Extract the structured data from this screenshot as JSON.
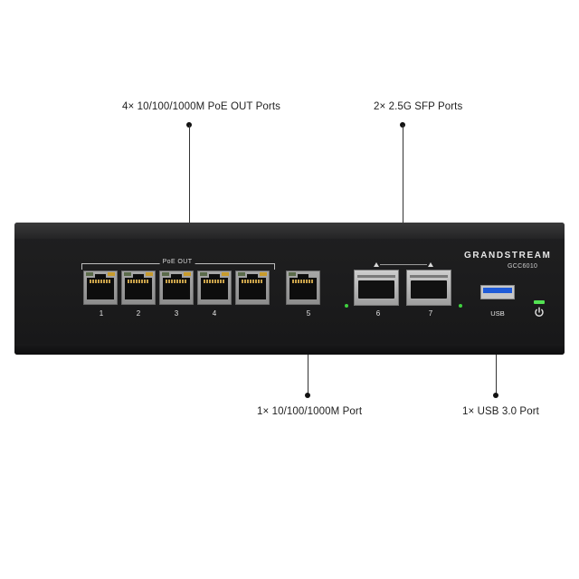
{
  "callouts": {
    "poe_ports": "4× 10/100/1000M PoE OUT Ports",
    "sfp_ports": "2× 2.5G SFP Ports",
    "ge_port": "1× 10/100/1000M Port",
    "usb_port": "1× USB 3.0 Port"
  },
  "device": {
    "brand": "GRANDSTREAM",
    "model": "GCC6010",
    "poe_label": "PoE OUT",
    "usb_label": "USB",
    "port_numbers": [
      "1",
      "2",
      "3",
      "4",
      "5",
      "6",
      "7"
    ]
  },
  "colors": {
    "chassis": "#1c1c1d",
    "usb_tongue": "#1f5bd8",
    "status_led": "#3fd13f",
    "poe_led": "#c89b2c"
  },
  "icons": {
    "power": "power-icon"
  }
}
